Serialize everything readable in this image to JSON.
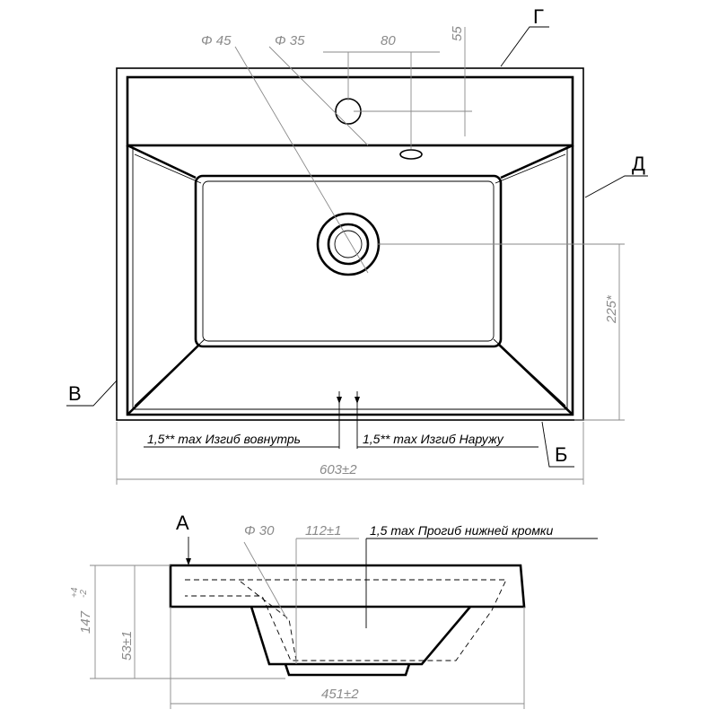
{
  "top_view": {
    "labels": {
      "d45": "Φ 45",
      "d35": "Φ 35",
      "dim80": "80",
      "dim55": "55",
      "G": "Г",
      "D": "Д",
      "V": "В",
      "B": "Б",
      "dim225": "225*",
      "note_inward": "1,5** max Изгиб вовнутрь",
      "note_outward": "1,5** max Изгиб Наружу",
      "width": "603±2"
    }
  },
  "side_view": {
    "labels": {
      "A": "А",
      "d30": "Φ 30",
      "dim112": "112±1",
      "note_bottom_edge": "1,5 max Прогиб нижней кромки",
      "height147": "147",
      "height147_tol_plus": "+4",
      "height147_tol_minus": "-2",
      "dim53": "53±1",
      "depth": "451±2"
    }
  }
}
